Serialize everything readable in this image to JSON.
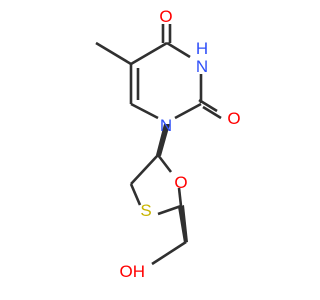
{
  "molecule": {
    "atoms": {
      "o_top": "O",
      "nh_n": "N",
      "nh_h": "H",
      "o_right": "O",
      "n_ring": "N",
      "o_ring": "O",
      "s_ring": "S",
      "o_hydroxyl": "OH"
    },
    "colors": {
      "bond": "#303030",
      "oxygen": "#ff0000",
      "nitrogen": "#3050f8",
      "sulfur": "#c8b400"
    }
  }
}
